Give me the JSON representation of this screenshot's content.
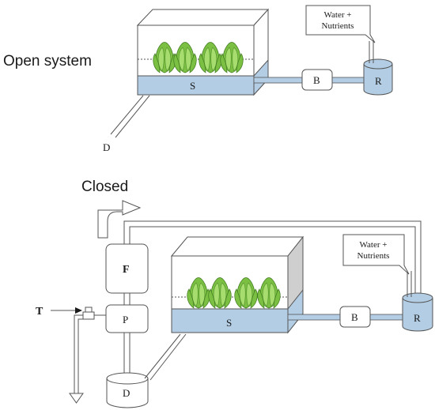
{
  "open_system": {
    "heading": "Open system",
    "tank_label": "S",
    "inline_label": "B",
    "reservoir_label": "R",
    "drain_label": "D",
    "callout": [
      "Water +",
      "Nutrients"
    ]
  },
  "closed_system": {
    "heading": "Closed",
    "tank_label": "S",
    "inline_label": "B",
    "reservoir_label": "R",
    "drain_tank_label": "D",
    "filter_label": "F",
    "pump_label": "P",
    "tap_label": "T",
    "callout": [
      "Water +",
      "Nutrients"
    ]
  },
  "colors": {
    "water": "#b3cde4",
    "lettuce": "#7bc043",
    "outline": "#555555"
  }
}
